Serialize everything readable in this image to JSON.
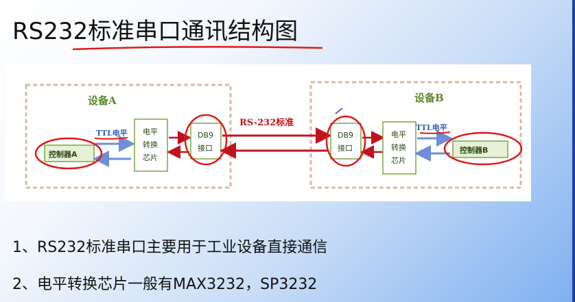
{
  "slide": {
    "title": "RS232标准串口通讯结构图"
  },
  "diagram": {
    "device_a": {
      "label": "设备A",
      "controller": "控制器A",
      "ttl_label": "TTL电平",
      "converter_lines": [
        "电平",
        "转换",
        "芯片"
      ],
      "port_lines": [
        "DB9",
        "接口"
      ]
    },
    "device_b": {
      "label": "设备B",
      "controller": "控制器B",
      "ttl_label": "TTL电平",
      "converter_lines": [
        "电平",
        "转换",
        "芯片"
      ],
      "port_lines": [
        "DB9",
        "接口"
      ]
    },
    "link_label": "RS-232标准",
    "colors": {
      "dashed_border": "#d9b9a9",
      "box_border": "#7aa640",
      "box_fill": "#ffffff",
      "controller_fill": "#e6f1d8",
      "text_green": "#5a8a2a",
      "ttl_blue": "#2d5fb8",
      "rs_red": "#c0141c",
      "annotation_red": "#e01818",
      "arrow_blue": "#6e8ed6"
    }
  },
  "notes": [
    "1、RS232标准串口主要用于工业设备直接通信",
    "2、电平转换芯片一般有MAX3232，SP3232"
  ]
}
